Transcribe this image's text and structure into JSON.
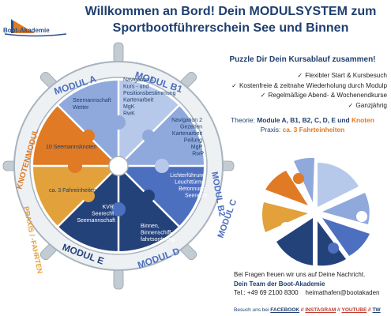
{
  "logo": {
    "text": "Boot-Akademie"
  },
  "title": {
    "line1": "Willkommen an Bord! Dein MODULSYSTEM zum",
    "line2": "Sportbootführerschein See und Binnen"
  },
  "wheel": {
    "ring_labels": {
      "modul_a": "MODUL A",
      "modul_b1": "MODUL B1",
      "modul_b2": "MODUL B2",
      "modul_c": "MODUL C",
      "modul_d": "MODUL D",
      "modul_e": "MODUL E",
      "praxis": "PRAXIS / -FAHRTEN",
      "knoten": "KNOTENMODUL"
    },
    "segments": {
      "a": [
        "Seemannschaft",
        "Wetter"
      ],
      "b1": [
        "Navigation 1",
        "Kurs - und",
        "Positionsbestimmung",
        "Kartenarbeit",
        "MgK",
        "RwK"
      ],
      "b2": [
        "Navigation 2",
        "Gezeiten",
        "Kartenarbeit",
        "Peilung",
        "MgP",
        "RwP"
      ],
      "c": [
        "Lichterführung",
        "Leuchttürme",
        "Betonnung",
        "Seerecht"
      ],
      "d": [
        "Binnen,",
        "Binnenschiff-",
        "fahrtsordnung"
      ],
      "e": [
        "KVR",
        "Seerecht",
        "Seemannschaft"
      ],
      "praxis": [
        "ca. 3 Fahreinheiten"
      ],
      "knoten": [
        "10 Seemannsknoten"
      ]
    }
  },
  "info": {
    "puzzle_title": "Puzzle Dir Dein Kursablauf zusammen!",
    "features": [
      "Flexibler Start & Kursbesuch",
      "Kostenfreie & zeitnahe Wiederholung durch Modulp",
      "Regelmäßige Abend- & Wochenendkurse",
      "Ganzjährig"
    ],
    "theorie_label": "Theorie:",
    "theorie_mods": "Module A, B1, B2, C, D, E und",
    "theorie_knoten": "Knoten",
    "praxis_label": "Praxis:",
    "praxis_value": "ca. 3 Fahrteinheiten"
  },
  "contact": {
    "question": "Bei Fragen freuen wir uns auf Deine Nachricht.",
    "team": "Dein Team der Boot-Akademie",
    "tel": "Tel.: +49 69 2100 8300",
    "email": "heimathafen@bootakaden",
    "social_prefix": "Besuch uns bei",
    "facebook": "FACEBOOK",
    "instagram": "INSTAGRAM",
    "youtube": "YOUTUBE",
    "tw": "TW",
    "sep": "//"
  },
  "colors": {
    "navy": "#1f3f6e",
    "orange": "#e07a24",
    "dark_orange": "#d9672a",
    "gold": "#e2a13a",
    "light_blue": "#8fa9dc",
    "pale_blue": "#b7c9ea",
    "mid_blue": "#4d6fbf",
    "dark_blue": "#24427a",
    "rim": "#b9c2cb"
  }
}
